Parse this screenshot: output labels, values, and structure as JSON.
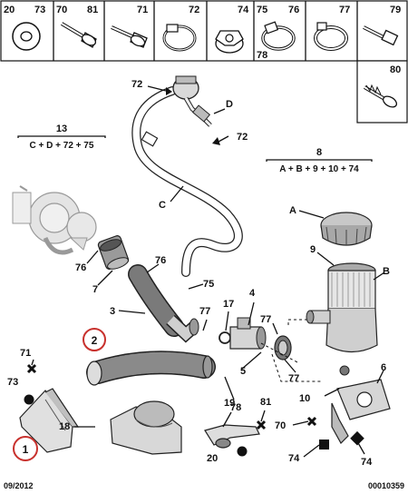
{
  "header_row": [
    {
      "label": "20",
      "icon": "flat-washer-icon"
    },
    {
      "label": "73",
      "icon": "flat-washer-icon"
    },
    {
      "label": "70",
      "icon": "flange-bolt-icon"
    },
    {
      "label": "81",
      "icon": "flange-bolt-icon"
    },
    {
      "label": "71",
      "icon": "flange-bolt-icon"
    },
    {
      "label": "72",
      "icon": "band-clamp-icon"
    },
    {
      "label": "74",
      "icon": "flange-nut-icon"
    },
    {
      "label": "75",
      "icon": "worm-clamp-icon"
    },
    {
      "label": "76",
      "icon": "worm-clamp-icon"
    },
    {
      "label": "78",
      "icon": "worm-clamp-icon"
    },
    {
      "label": "77",
      "icon": "hose-clamp-icon"
    },
    {
      "label": "79",
      "icon": "stud-bolt-icon"
    },
    {
      "label": "80",
      "icon": "self-tapping-screw-icon"
    }
  ],
  "groups": {
    "g13": {
      "number": "13",
      "formula": "C + D + 72 + 75"
    },
    "g8": {
      "number": "8",
      "formula": "A + B + 9 + 10 + 74"
    }
  },
  "callouts": {
    "c72a": "72",
    "cD": "D",
    "c72b": "72",
    "cC": "C",
    "cA": "A",
    "c9": "9",
    "cB": "B",
    "c76a": "76",
    "c7": "7",
    "c76b": "76",
    "c75": "75",
    "c3": "3",
    "c4": "4",
    "c17": "17",
    "c77a": "77",
    "c77b": "77",
    "c77c": "77",
    "c5": "5",
    "c2": "2",
    "c71": "71",
    "c73": "73",
    "c18": "18",
    "c1": "1",
    "c19": "19",
    "c81": "81",
    "c20": "20",
    "c78": "78",
    "c6": "6",
    "c10": "10",
    "c70": "70",
    "c74a": "74",
    "c74b": "74"
  },
  "highlighted_parts": [
    "1",
    "2"
  ],
  "footer": {
    "date": "09/2012",
    "ref": "00010359"
  },
  "colors": {
    "highlight": "#c8312d",
    "ink": "#111111",
    "part_fill": "#d9d9d9",
    "part_dark": "#8a8a8a"
  }
}
